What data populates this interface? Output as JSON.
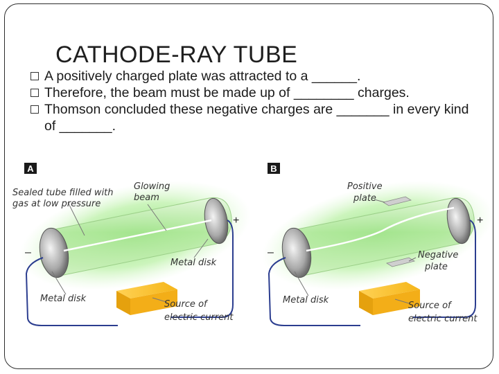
{
  "slide": {
    "title": "CATHODE-RAY TUBE",
    "bullets": [
      "A positively charged plate was attracted to a ______.",
      "Therefore, the beam must be made up of ________ charges.",
      "Thomson concluded these negative charges are _______ in every kind of _______."
    ]
  },
  "diagram": {
    "panel_a": {
      "tag": "A",
      "labels": {
        "sealed_tube_line1": "Sealed tube filled with",
        "sealed_tube_line2": "gas at low pressure",
        "beam_line1": "Glowing",
        "beam_line2": "beam",
        "metal_disk_right": "Metal disk",
        "metal_disk_left": "Metal disk",
        "source_line1": "Source of",
        "source_line2": "electric current",
        "minus": "–",
        "plus": "+"
      }
    },
    "panel_b": {
      "tag": "B",
      "labels": {
        "positive_line1": "Positive",
        "positive_line2": "plate",
        "negative_line1": "Negative",
        "negative_line2": "plate",
        "metal_disk": "Metal disk",
        "source_line1": "Source of",
        "source_line2": "electric current",
        "minus": "–",
        "plus": "+"
      }
    },
    "colors": {
      "glow": "#b6f0a0",
      "battery": "#f2b41c",
      "wire": "#2b3d8f",
      "tag_bg": "#1a1a1a"
    }
  }
}
